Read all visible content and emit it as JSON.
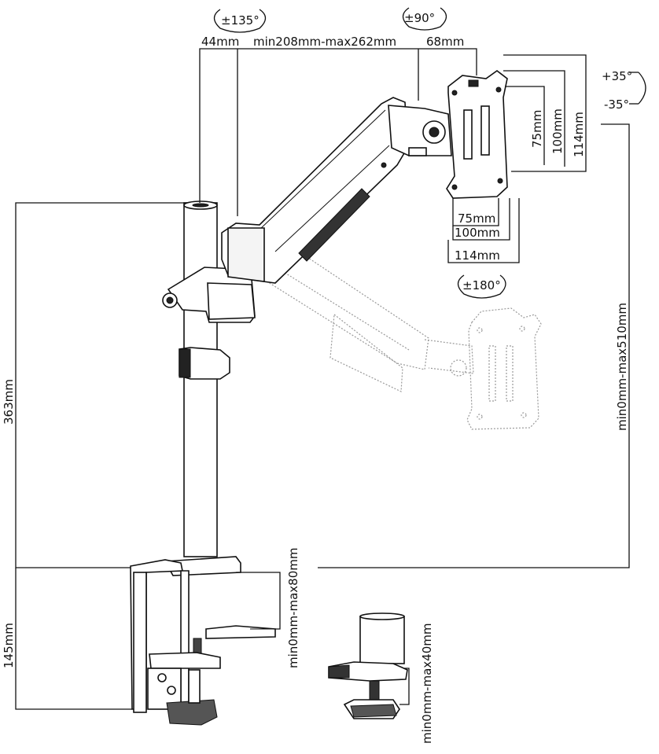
{
  "labels": {
    "rot_135": "±135°",
    "rot_90": "±90°",
    "rot_180": "±180°",
    "tilt_up": "+35°",
    "tilt_down": "-35°",
    "d_44": "44mm",
    "d_reach": "min208mm-max262mm",
    "d_68": "68mm",
    "v_75h": "75mm",
    "v_100h": "100mm",
    "v_114h": "114mm",
    "v_75w": "75mm",
    "v_100w": "100mm",
    "v_114w": "114mm",
    "d_363": "363mm",
    "d_145": "145mm",
    "d_height": "min0mm-max510mm",
    "d_clamp": "min0mm-max80mm",
    "d_grommet": "min0mm-max40mm"
  }
}
